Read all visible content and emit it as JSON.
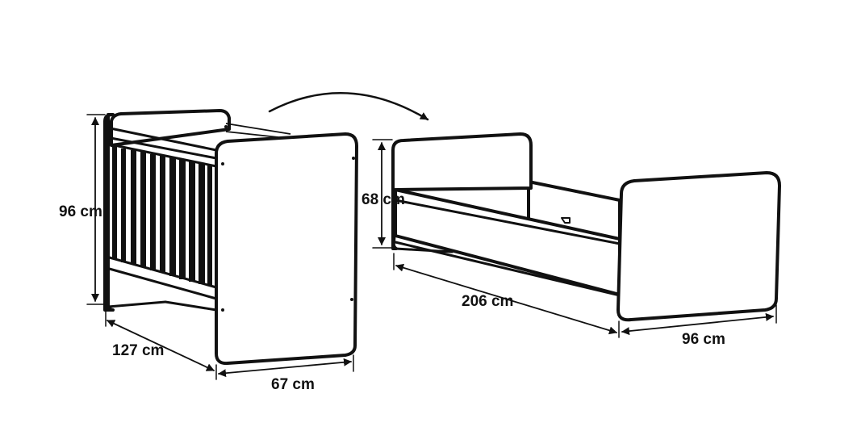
{
  "colors": {
    "line": "#111111",
    "background": "#ffffff"
  },
  "crib": {
    "height_label": "96 cm",
    "length_label": "127 cm",
    "width_label": "67 cm"
  },
  "bed": {
    "height_label": "68 cm",
    "length_label": "206 cm",
    "width_label": "96 cm"
  },
  "icons": {
    "conversion_arrow": "curved-arrow-right-icon"
  }
}
